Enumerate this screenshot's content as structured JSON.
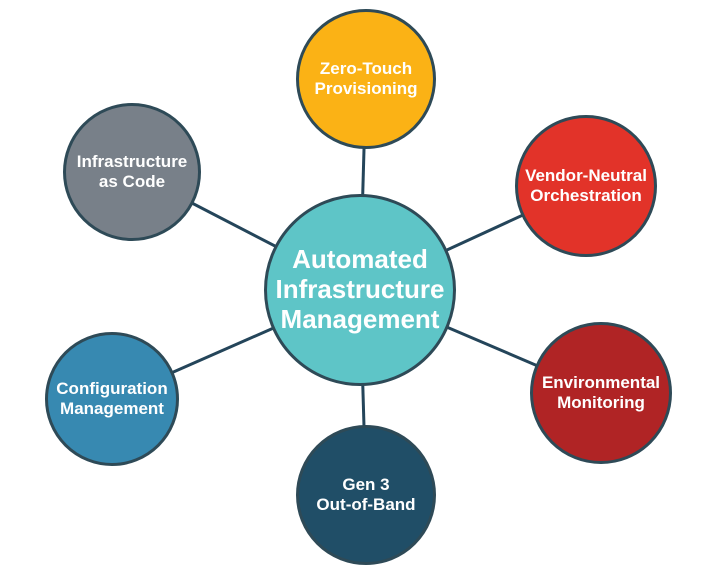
{
  "diagram": {
    "background": "#ffffff",
    "line_color": "#24455a",
    "border_color": "#2e4a57",
    "text_color": "#ffffff",
    "center": {
      "label": "Automated\nInfrastructure\nManagement",
      "color": "#5ec5c7"
    },
    "nodes": [
      {
        "name": "zero-touch-provisioning",
        "label": "Zero-Touch\nProvisioning",
        "color": "#fbb215"
      },
      {
        "name": "vendor-neutral-orchestration",
        "label": "Vendor-Neutral\nOrchestration",
        "color": "#e23329"
      },
      {
        "name": "environmental-monitoring",
        "label": "Environmental\nMonitoring",
        "color": "#b02425"
      },
      {
        "name": "gen-3-out-of-band",
        "label": "Gen 3\nOut-of-Band",
        "color": "#204e67"
      },
      {
        "name": "configuration-management",
        "label": "Configuration\nManagement",
        "color": "#3789b1"
      },
      {
        "name": "infrastructure-as-code",
        "label": "Infrastructure\nas Code",
        "color": "#788089"
      }
    ]
  }
}
